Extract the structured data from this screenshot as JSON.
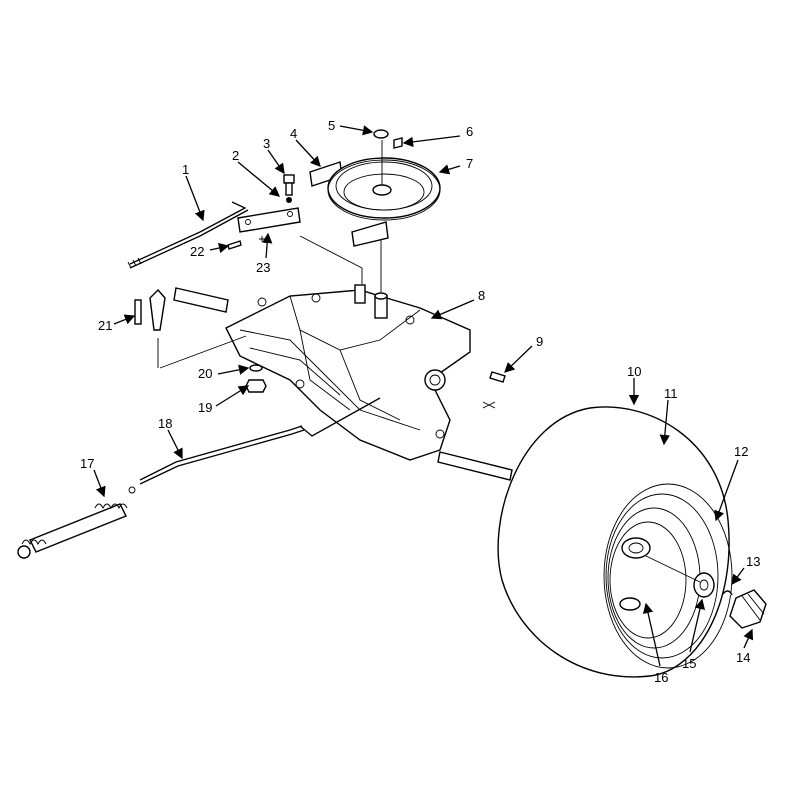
{
  "callouts": [
    {
      "id": "callout-1",
      "text": "1"
    },
    {
      "id": "callout-2",
      "text": "2"
    },
    {
      "id": "callout-3",
      "text": "3"
    },
    {
      "id": "callout-4",
      "text": "4"
    },
    {
      "id": "callout-5",
      "text": "5"
    },
    {
      "id": "callout-6",
      "text": "6"
    },
    {
      "id": "callout-7",
      "text": "7"
    },
    {
      "id": "callout-8",
      "text": "8"
    },
    {
      "id": "callout-9",
      "text": "9"
    },
    {
      "id": "callout-10",
      "text": "10"
    },
    {
      "id": "callout-11",
      "text": "11"
    },
    {
      "id": "callout-12",
      "text": "12"
    },
    {
      "id": "callout-13",
      "text": "13"
    },
    {
      "id": "callout-14",
      "text": "14"
    },
    {
      "id": "callout-15",
      "text": "15"
    },
    {
      "id": "callout-16",
      "text": "16"
    },
    {
      "id": "callout-17",
      "text": "17"
    },
    {
      "id": "callout-18",
      "text": "18"
    },
    {
      "id": "callout-19",
      "text": "19"
    },
    {
      "id": "callout-20",
      "text": "20"
    },
    {
      "id": "callout-21",
      "text": "21"
    },
    {
      "id": "callout-22",
      "text": "22"
    },
    {
      "id": "callout-23",
      "text": "23"
    }
  ]
}
